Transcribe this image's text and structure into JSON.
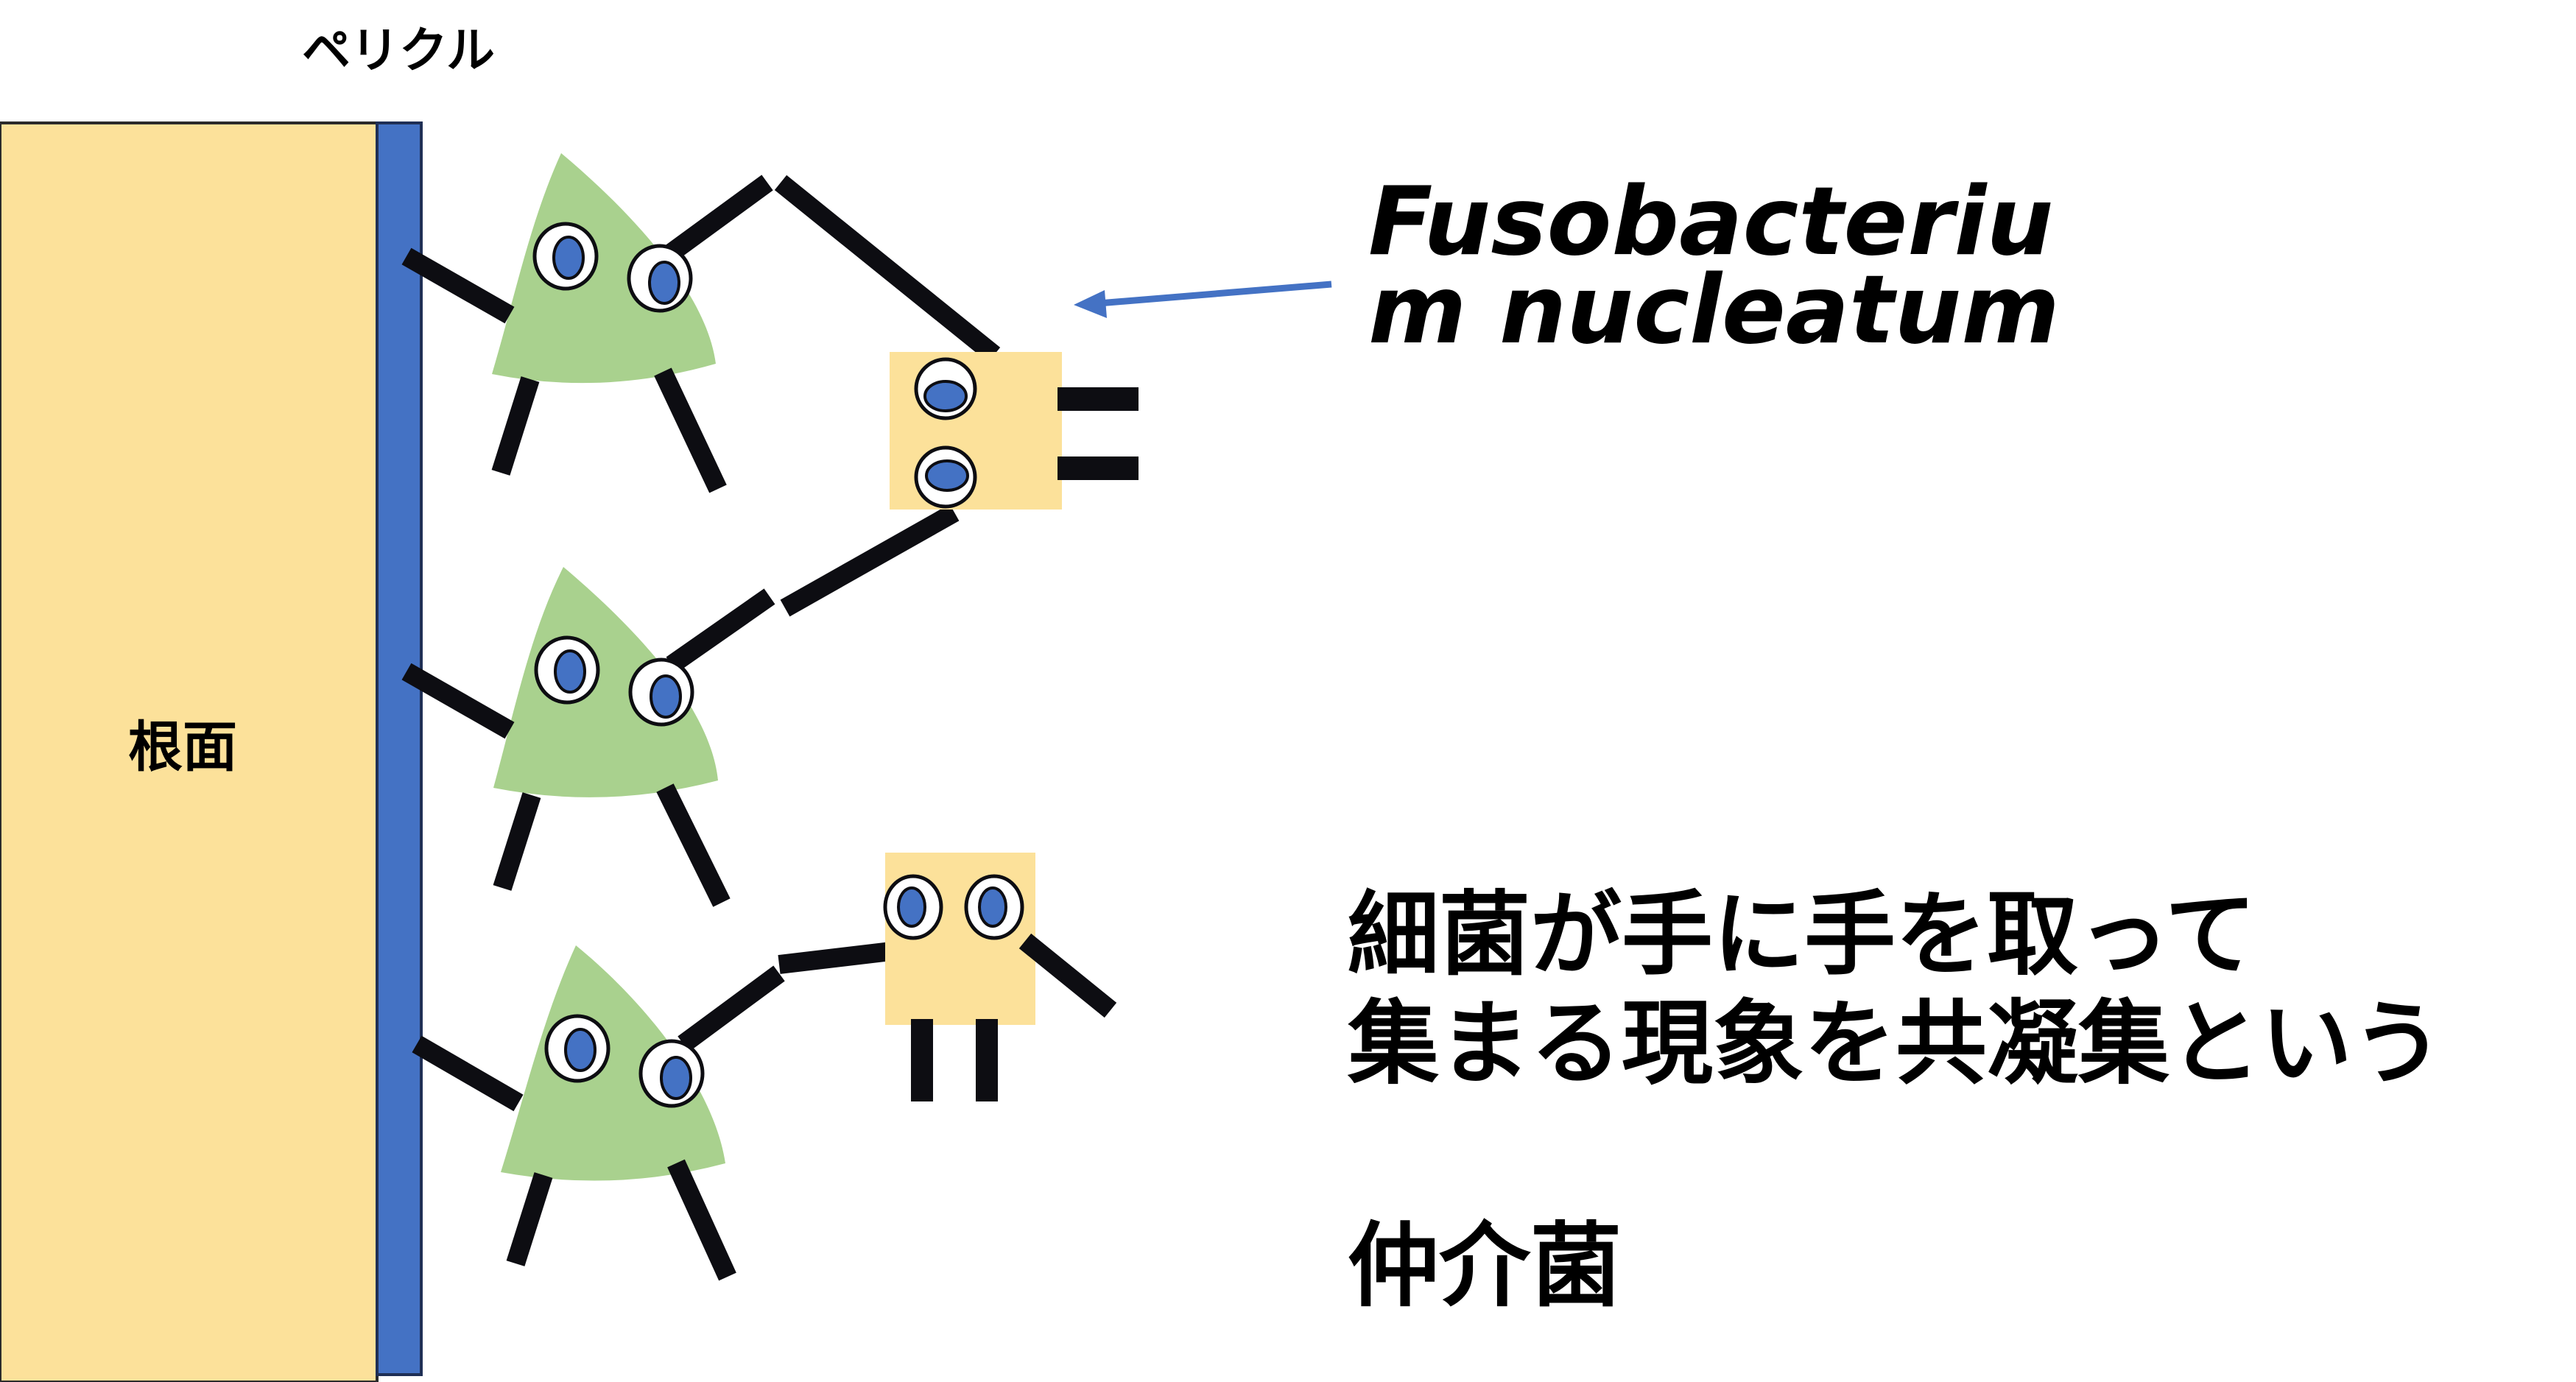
{
  "title": "",
  "labels": {
    "pellicle": "ペリクル",
    "root_surface": "根面",
    "species": {
      "line1": "Fusobacteriu",
      "line2": "m nucleatum"
    },
    "statement": {
      "line1": "細菌が手に手を取って",
      "line2": "集まる現象を共凝集という"
    },
    "bridging": "仲介菌"
  },
  "colors": {
    "root_surface": "#FCE19A",
    "pellicle": "#4472C4",
    "triangle_bacteria": "#A9D18E",
    "square_bacteria": "#FCE19A",
    "limbs": "#0D0D12",
    "eye_white": "#FFFFFF",
    "eye_pupil": "#4472C4",
    "arrow": "#4472C4"
  },
  "diagram": {
    "triangle_bacteria_count": 3,
    "square_bacteria_count": 2,
    "arrow_points_to": "square-bacterium-top"
  }
}
